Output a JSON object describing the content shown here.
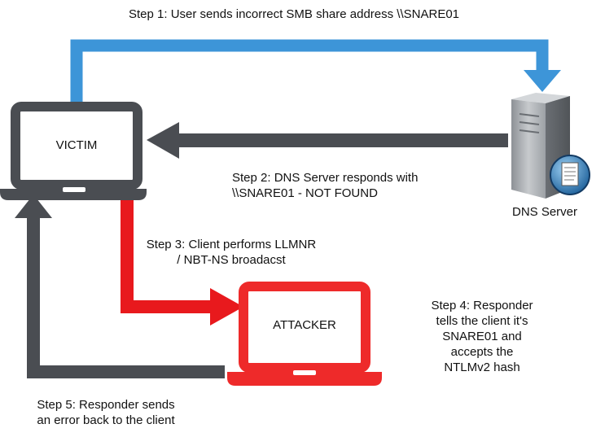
{
  "steps": {
    "step1": "Step 1: User sends incorrect SMB share address  \\\\SNARE01",
    "step2": "Step 2:  DNS Server responds with\n\\\\SNARE01 - NOT FOUND",
    "step3": "Step 3: Client performs LLMNR\n/ NBT-NS broadacst",
    "step4": "Step 4: Responder\ntells the client it's\nSNARE01 and\naccepts the\nNTLMv2 hash",
    "step5": "Step 5: Responder sends\nan error back to the client"
  },
  "nodes": {
    "victim": "VICTIM",
    "attacker": "ATTACKER",
    "dns_server": "DNS Server"
  },
  "colors": {
    "step1_arrow": "#3d95d8",
    "dark_arrow": "#4a4d52",
    "step3_arrow": "#e8191d",
    "victim_laptop": "#4a4d52",
    "attacker_laptop": "#ee2a2a"
  }
}
